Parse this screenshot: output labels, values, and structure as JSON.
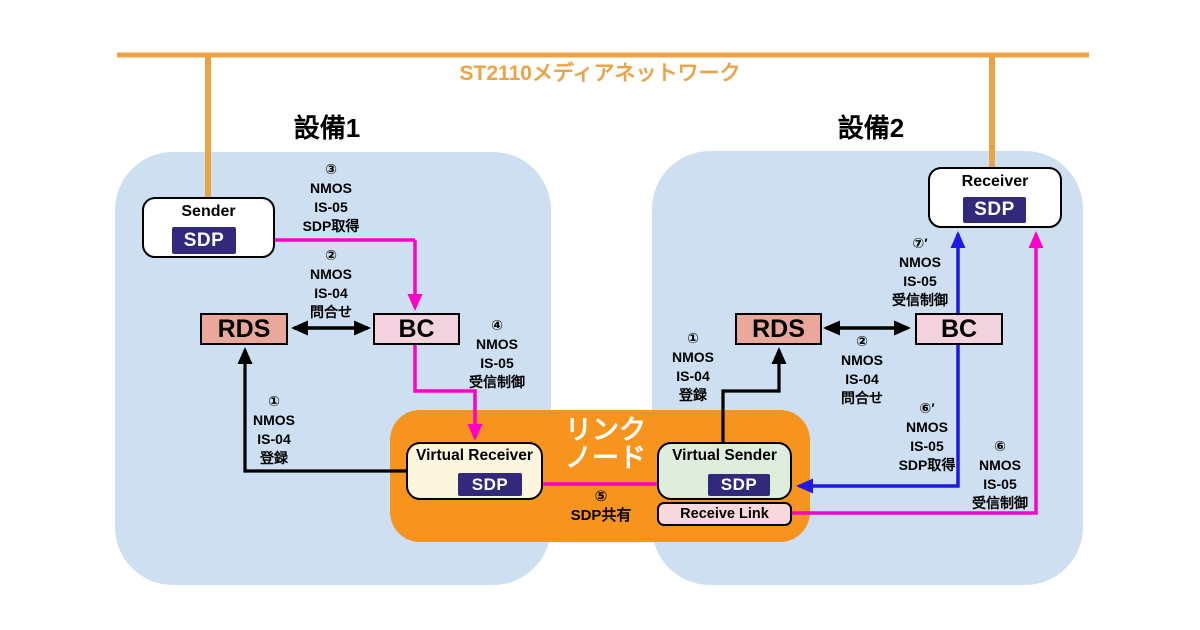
{
  "colors": {
    "facility_fill": "#CDDFF0",
    "linknode_fill": "#F7941D",
    "orange_line": "#ECA345",
    "black": "#000000",
    "magenta": "#FF00CB",
    "blue": "#1E19E6",
    "sdp_bg": "#32297B",
    "rds_fill": "#E9A89A",
    "bc_fill": "#F1D2DE",
    "receive_link_fill": "#F8D8DC",
    "virtual_receiver_fill": "#FCF6DF",
    "virtual_sender_fill": "#DEEDDE"
  },
  "network": {
    "title": "ST2110メディアネットワーク"
  },
  "facility1": {
    "label": "設備1",
    "sender": {
      "label": "Sender",
      "sdp": "SDP"
    },
    "rds": "RDS",
    "bc": "BC",
    "steps": {
      "s1": "①\nNMOS\nIS-04\n登録",
      "s2": "②\nNMOS\nIS-04\n問合せ",
      "s3": "③\nNMOS\nIS-05\nSDP取得",
      "s4": "④\nNMOS\nIS-05\n受信制御"
    }
  },
  "link_node": {
    "label": "リンク\nノード",
    "virtual_receiver": {
      "label": "Virtual Receiver",
      "sdp": "SDP"
    },
    "virtual_sender": {
      "label": "Virtual Sender",
      "sdp": "SDP"
    },
    "receive_link": "Receive Link",
    "step5": "⑤\nSDP共有"
  },
  "facility2": {
    "label": "設備2",
    "receiver": {
      "label": "Receiver",
      "sdp": "SDP"
    },
    "rds": "RDS",
    "bc": "BC",
    "steps": {
      "s1": "①\nNMOS\nIS-04\n登録",
      "s2": "②\nNMOS\nIS-04\n問合せ",
      "s6": "⑥\nNMOS\nIS-05\n受信制御",
      "s6p": "⑥′\nNMOS\nIS-05\nSDP取得",
      "s7p": "⑦′\nNMOS\nIS-05\n受信制御"
    }
  }
}
